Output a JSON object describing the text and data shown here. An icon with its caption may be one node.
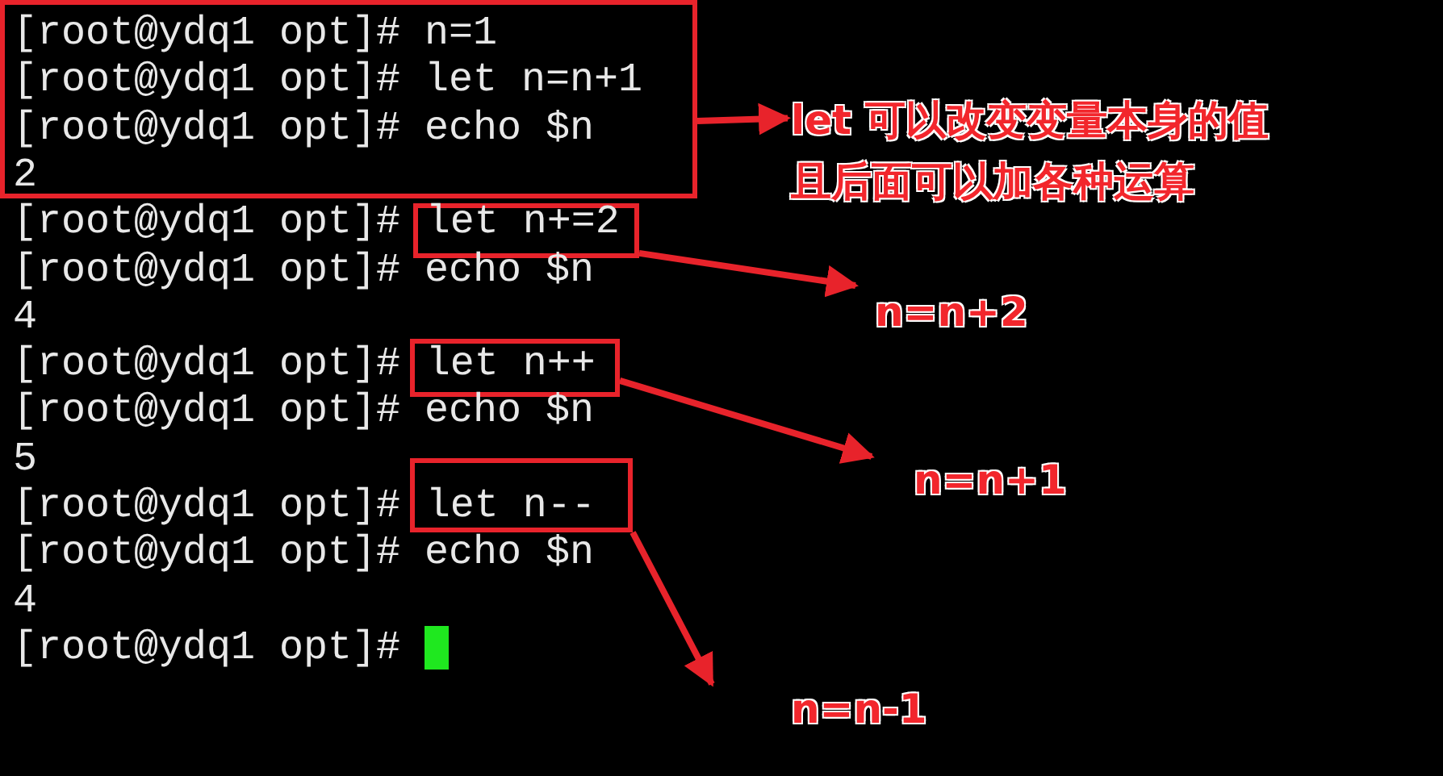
{
  "diagram": {
    "nodes": [
      {
        "text": [
          "[root@ydq1 opt]# n=1",
          "[root@ydq1 opt]# let n=n+1",
          "[root@ydq1 opt]# echo $n",
          "2"
        ]
      },
      {
        "text": [
          "let n+=2"
        ]
      },
      {
        "text": [
          "let n++"
        ]
      },
      {
        "text": [
          "let n--"
        ]
      },
      {
        "text": [
          "let 可以改变变量本身的值",
          "且后面可以加各种运算"
        ]
      },
      {
        "text": [
          "n=n+2"
        ]
      },
      {
        "text": [
          "n=n+1"
        ]
      },
      {
        "text": [
          "n=n-1"
        ]
      }
    ],
    "edges": [
      {
        "from": 0,
        "to": 4,
        "arrow": "to"
      },
      {
        "from": 1,
        "to": 5,
        "arrow": "to"
      },
      {
        "from": 2,
        "to": 6,
        "arrow": "to"
      },
      {
        "from": 3,
        "to": 7,
        "arrow": "to"
      }
    ],
    "labels": [
      "[root@ydq1 opt]#",
      "[root@ydq1 opt]# echo $n",
      "4",
      "[root@ydq1 opt]#",
      "[root@ydq1 opt]# echo $n",
      "5",
      "[root@ydq1 opt]#",
      "[root@ydq1 opt]# echo $n",
      "4",
      "[root@ydq1 opt]#"
    ]
  }
}
